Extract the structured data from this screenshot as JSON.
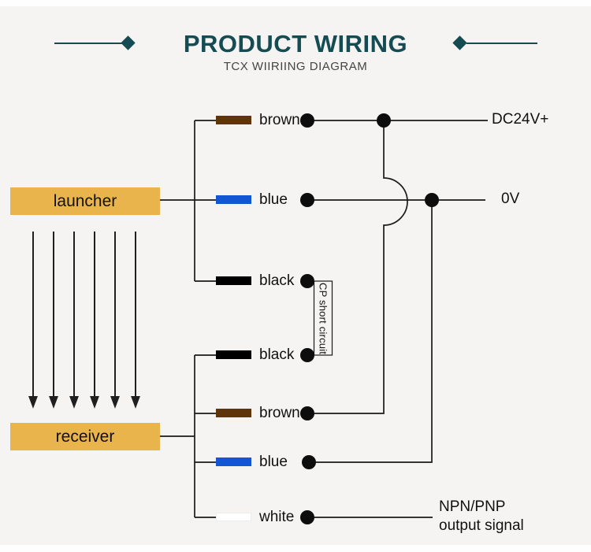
{
  "header": {
    "title": "PRODUCT WIRING",
    "subtitle": "TCX WIIRIING DIAGRAM",
    "accent_color": "#154b52"
  },
  "diagram": {
    "launcher_label": "launcher",
    "receiver_label": "receiver",
    "device_box_color": "#e9b44c",
    "wire_line_color": "#1a1a1a",
    "wires": {
      "launcher": [
        {
          "label": "brown",
          "color": "#5f3409"
        },
        {
          "label": "blue",
          "color": "#1256d4"
        },
        {
          "label": "black",
          "color": "#000000"
        }
      ],
      "receiver": [
        {
          "label": "black",
          "color": "#000000"
        },
        {
          "label": "brown",
          "color": "#5f3409"
        },
        {
          "label": "blue",
          "color": "#1256d4"
        },
        {
          "label": "white",
          "color": "#ffffff"
        }
      ]
    },
    "terminals": {
      "dc24v": "DC24V+",
      "zero_v": "0V",
      "npn_line1": "NPN/PNP",
      "npn_line2": "output signal"
    },
    "cp_note": "CP short circuit"
  }
}
